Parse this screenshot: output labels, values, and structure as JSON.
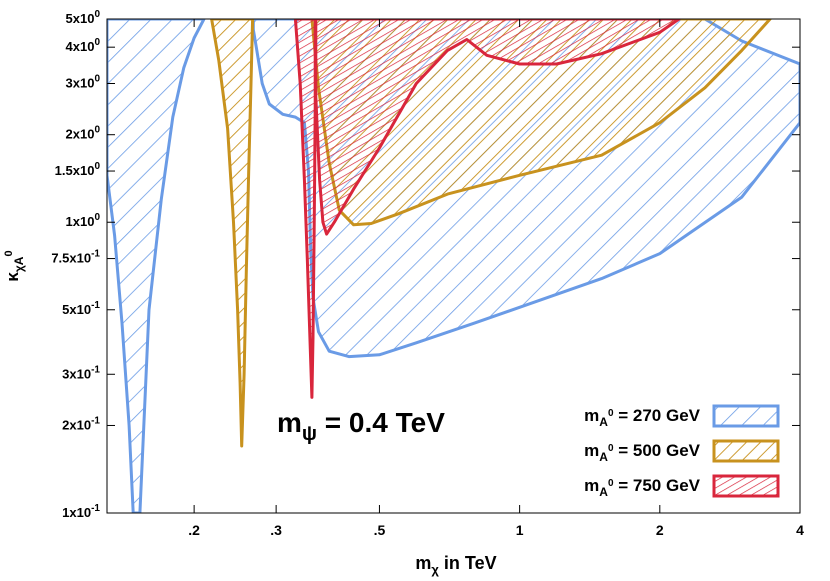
{
  "chart_data": {
    "type": "area",
    "xlabel": "mχ in TeV",
    "xlabel_main": "m",
    "xlabel_sub": "χ",
    "xlabel_rest": " in TeV",
    "ylabel_main": "κ",
    "ylabel_sub": "χA",
    "ylabel_sup": "0",
    "x_scale": "log",
    "y_scale": "log",
    "xlim": [
      0.13,
      4
    ],
    "ylim": [
      0.1,
      5
    ],
    "x_ticks": [
      {
        "value": 0.2,
        "label": ".2"
      },
      {
        "value": 0.3,
        "label": ".3"
      },
      {
        "value": 0.5,
        "label": ".5"
      },
      {
        "value": 1,
        "label": "1"
      },
      {
        "value": 2,
        "label": "2"
      },
      {
        "value": 4,
        "label": "4"
      }
    ],
    "y_ticks": [
      {
        "value": 0.1,
        "label": "1x10-1",
        "mant": "1x10",
        "exp": "-1"
      },
      {
        "value": 0.2,
        "label": "2x10-1",
        "mant": "2x10",
        "exp": "-1"
      },
      {
        "value": 0.3,
        "label": "3x10-1",
        "mant": "3x10",
        "exp": "-1"
      },
      {
        "value": 0.5,
        "label": "5x10-1",
        "mant": "5x10",
        "exp": "-1"
      },
      {
        "value": 0.75,
        "label": "7.5x10-1",
        "mant": "7.5x10",
        "exp": "-1"
      },
      {
        "value": 1,
        "label": "1x100",
        "mant": "1x10",
        "exp": "0"
      },
      {
        "value": 1.5,
        "label": "1.5x100",
        "mant": "1.5x10",
        "exp": "0"
      },
      {
        "value": 2,
        "label": "2x100",
        "mant": "2x10",
        "exp": "0"
      },
      {
        "value": 3,
        "label": "3x100",
        "mant": "3x10",
        "exp": "0"
      },
      {
        "value": 4,
        "label": "4x100",
        "mant": "4x10",
        "exp": "0"
      },
      {
        "value": 5,
        "label": "5x100",
        "mant": "5x10",
        "exp": "0"
      }
    ],
    "annotation": {
      "main": "m",
      "sub": "ψ",
      "rest": " = 0.4 TeV"
    },
    "legend_position": "bottom-right",
    "series": [
      {
        "name": "m_{A0} = 270 GeV",
        "label_main": "m",
        "label_sub": "A",
        "label_sup": "0",
        "label_rest": " = 270 GeV",
        "color": "#6a9be6",
        "hatch": "diagonal-wide",
        "regions": [
          [
            [
              0.13,
              1.45
            ],
            [
              0.135,
              0.9
            ],
            [
              0.14,
              0.45
            ],
            [
              0.145,
              0.2
            ],
            [
              0.148,
              0.1
            ],
            [
              0.153,
              0.1
            ],
            [
              0.16,
              0.5
            ],
            [
              0.17,
              1.2
            ],
            [
              0.18,
              2.3
            ],
            [
              0.19,
              3.4
            ],
            [
              0.2,
              4.3
            ],
            [
              0.21,
              5
            ],
            [
              0.13,
              5
            ]
          ],
          [
            [
              0.268,
              5
            ],
            [
              0.268,
              4.6
            ],
            [
              0.272,
              4.0
            ],
            [
              0.28,
              3.0
            ],
            [
              0.29,
              2.55
            ],
            [
              0.31,
              2.35
            ],
            [
              0.33,
              2.3
            ],
            [
              0.345,
              2.2
            ],
            [
              0.352,
              1.5
            ],
            [
              0.356,
              0.8
            ],
            [
              0.36,
              0.55
            ],
            [
              0.37,
              0.42
            ],
            [
              0.39,
              0.36
            ],
            [
              0.43,
              0.345
            ],
            [
              0.5,
              0.35
            ],
            [
              0.6,
              0.385
            ],
            [
              0.8,
              0.45
            ],
            [
              1.0,
              0.51
            ],
            [
              1.5,
              0.64
            ],
            [
              2.0,
              0.78
            ],
            [
              3.0,
              1.22
            ],
            [
              4.0,
              2.2
            ],
            [
              4.0,
              3.5
            ],
            [
              3.0,
              4.2
            ],
            [
              2.5,
              5
            ]
          ]
        ]
      },
      {
        "name": "m_{A0} = 500 GeV",
        "label_main": "m",
        "label_sub": "A",
        "label_sup": "0",
        "label_rest": " = 500 GeV",
        "color": "#c8921e",
        "hatch": "diagonal-medium",
        "regions": [
          [
            [
              0.218,
              5
            ],
            [
              0.226,
              3.6
            ],
            [
              0.236,
              2.1
            ],
            [
              0.243,
              1.0
            ],
            [
              0.248,
              0.5
            ],
            [
              0.251,
              0.28
            ],
            [
              0.253,
              0.17
            ],
            [
              0.256,
              0.3
            ],
            [
              0.259,
              0.7
            ],
            [
              0.262,
              1.5
            ],
            [
              0.265,
              3.0
            ],
            [
              0.267,
              5
            ]
          ],
          [
            [
              0.358,
              5
            ],
            [
              0.37,
              2.9
            ],
            [
              0.39,
              1.6
            ],
            [
              0.41,
              1.1
            ],
            [
              0.44,
              0.98
            ],
            [
              0.48,
              0.99
            ],
            [
              0.55,
              1.07
            ],
            [
              0.7,
              1.25
            ],
            [
              1.0,
              1.45
            ],
            [
              1.5,
              1.7
            ],
            [
              2.0,
              2.2
            ],
            [
              2.5,
              2.9
            ],
            [
              3.0,
              3.9
            ],
            [
              3.45,
              5
            ]
          ]
        ]
      },
      {
        "name": "m_{A0} = 750 GeV",
        "label_main": "m",
        "label_sub": "A",
        "label_sup": "0",
        "label_rest": " = 750 GeV",
        "color": "#d9263c",
        "hatch": "diagonal-dense",
        "regions": [
          [
            [
              0.33,
              5
            ],
            [
              0.338,
              3.0
            ],
            [
              0.345,
              1.4
            ],
            [
              0.35,
              0.75
            ],
            [
              0.358,
              0.25
            ],
            [
              0.36,
              0.4
            ],
            [
              0.362,
              0.9
            ],
            [
              0.363,
              1.5
            ],
            [
              0.364,
              2.5
            ],
            [
              0.364,
              5
            ]
          ],
          [
            [
              0.365,
              5
            ],
            [
              0.365,
              2.7
            ],
            [
              0.372,
              1.4
            ],
            [
              0.378,
              1.0
            ],
            [
              0.385,
              0.91
            ],
            [
              0.4,
              1.0
            ],
            [
              0.44,
              1.3
            ],
            [
              0.5,
              1.8
            ],
            [
              0.6,
              3.0
            ],
            [
              0.7,
              3.9
            ],
            [
              0.77,
              4.25
            ],
            [
              0.85,
              3.75
            ],
            [
              1.0,
              3.5
            ],
            [
              1.2,
              3.5
            ],
            [
              1.5,
              3.8
            ],
            [
              2.0,
              4.5
            ],
            [
              2.2,
              5
            ]
          ]
        ]
      }
    ]
  }
}
